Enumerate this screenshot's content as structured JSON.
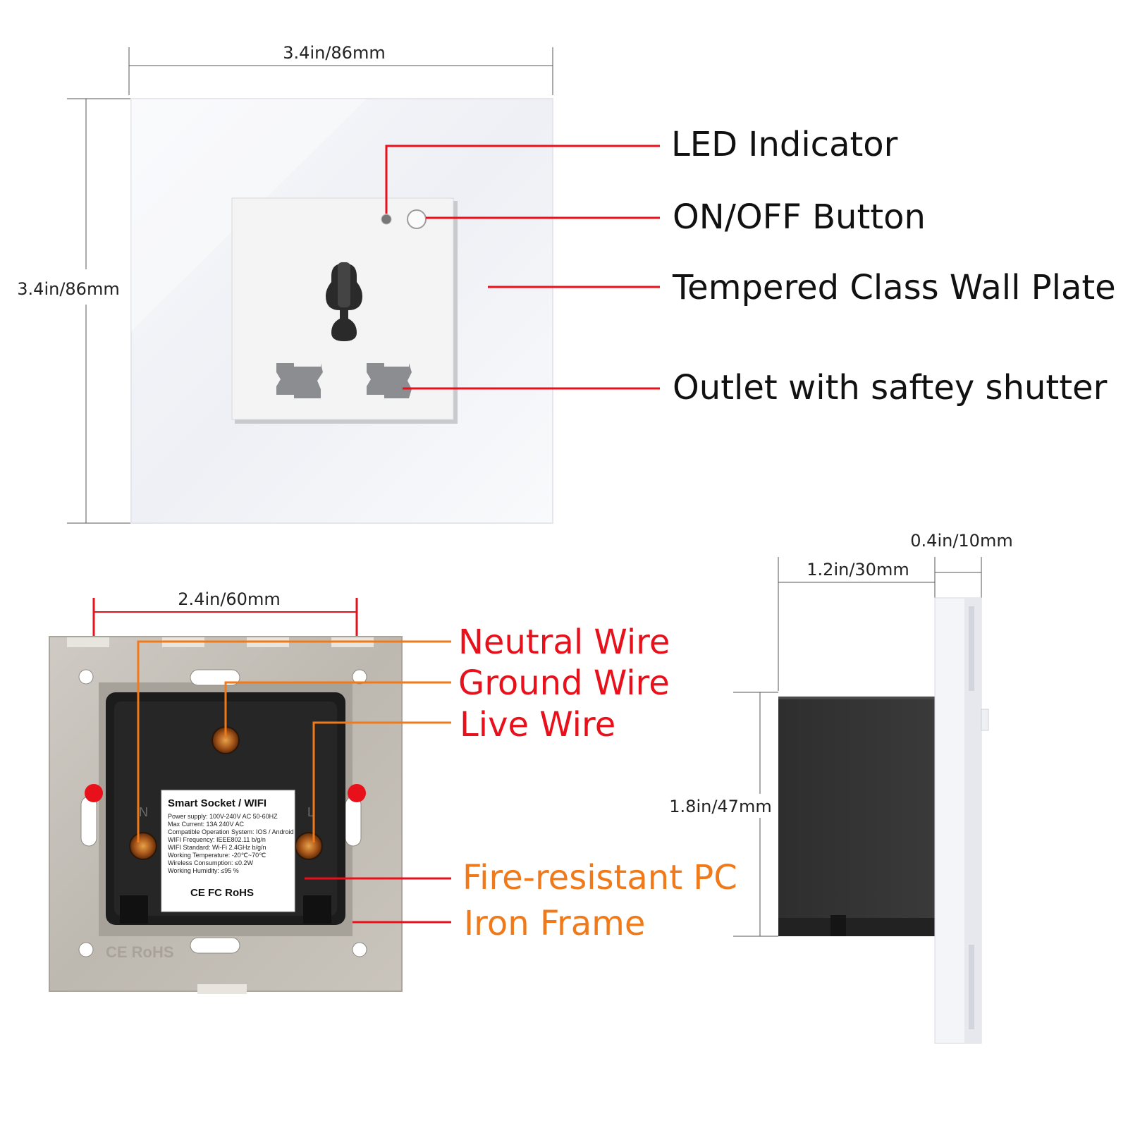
{
  "front_view": {
    "width_dimension": "3.4in/86mm",
    "height_dimension": "3.4in/86mm",
    "callouts": {
      "led": "LED Indicator",
      "button": "ON/OFF Button",
      "plate": "Tempered Class Wall Plate",
      "outlet": "Outlet with saftey shutter"
    }
  },
  "back_view": {
    "hole_spacing_dimension": "2.4in/60mm",
    "callouts": {
      "neutral": "Neutral Wire",
      "ground": "Ground Wire",
      "live": "Live Wire",
      "pc": "Fire-resistant PC",
      "frame": "Iron Frame"
    },
    "terminal_letters": {
      "neutral": "N",
      "live": "L"
    },
    "frame_marking": "CE RoHS",
    "label": {
      "title": "Smart Socket / WIFI",
      "lines": [
        "Power supply: 100V-240V AC  50-60HZ",
        "Max Current: 13A  240V AC",
        "Compatible Operation System: IOS / Android",
        "WIFI Frequency: IEEE802.11 b/g/n",
        "WIFI Standard: Wi-Fi 2.4GHz b/g/n",
        "Working Temperature: -20℃~70℃",
        "Wireless Consumption: ≤0.2W",
        "Working Humidity: ≤95 %"
      ],
      "certifications": "CE  FC  RoHS"
    }
  },
  "side_view": {
    "plate_thickness_dimension": "0.4in/10mm",
    "body_depth_dimension": "1.2in/30mm",
    "body_height_dimension": "1.8in/47mm"
  },
  "colors": {
    "callout_red": "#e8101a",
    "callout_orange": "#f07a1a",
    "leader_red": "#e8101a",
    "leader_orange": "#f07a1a"
  }
}
